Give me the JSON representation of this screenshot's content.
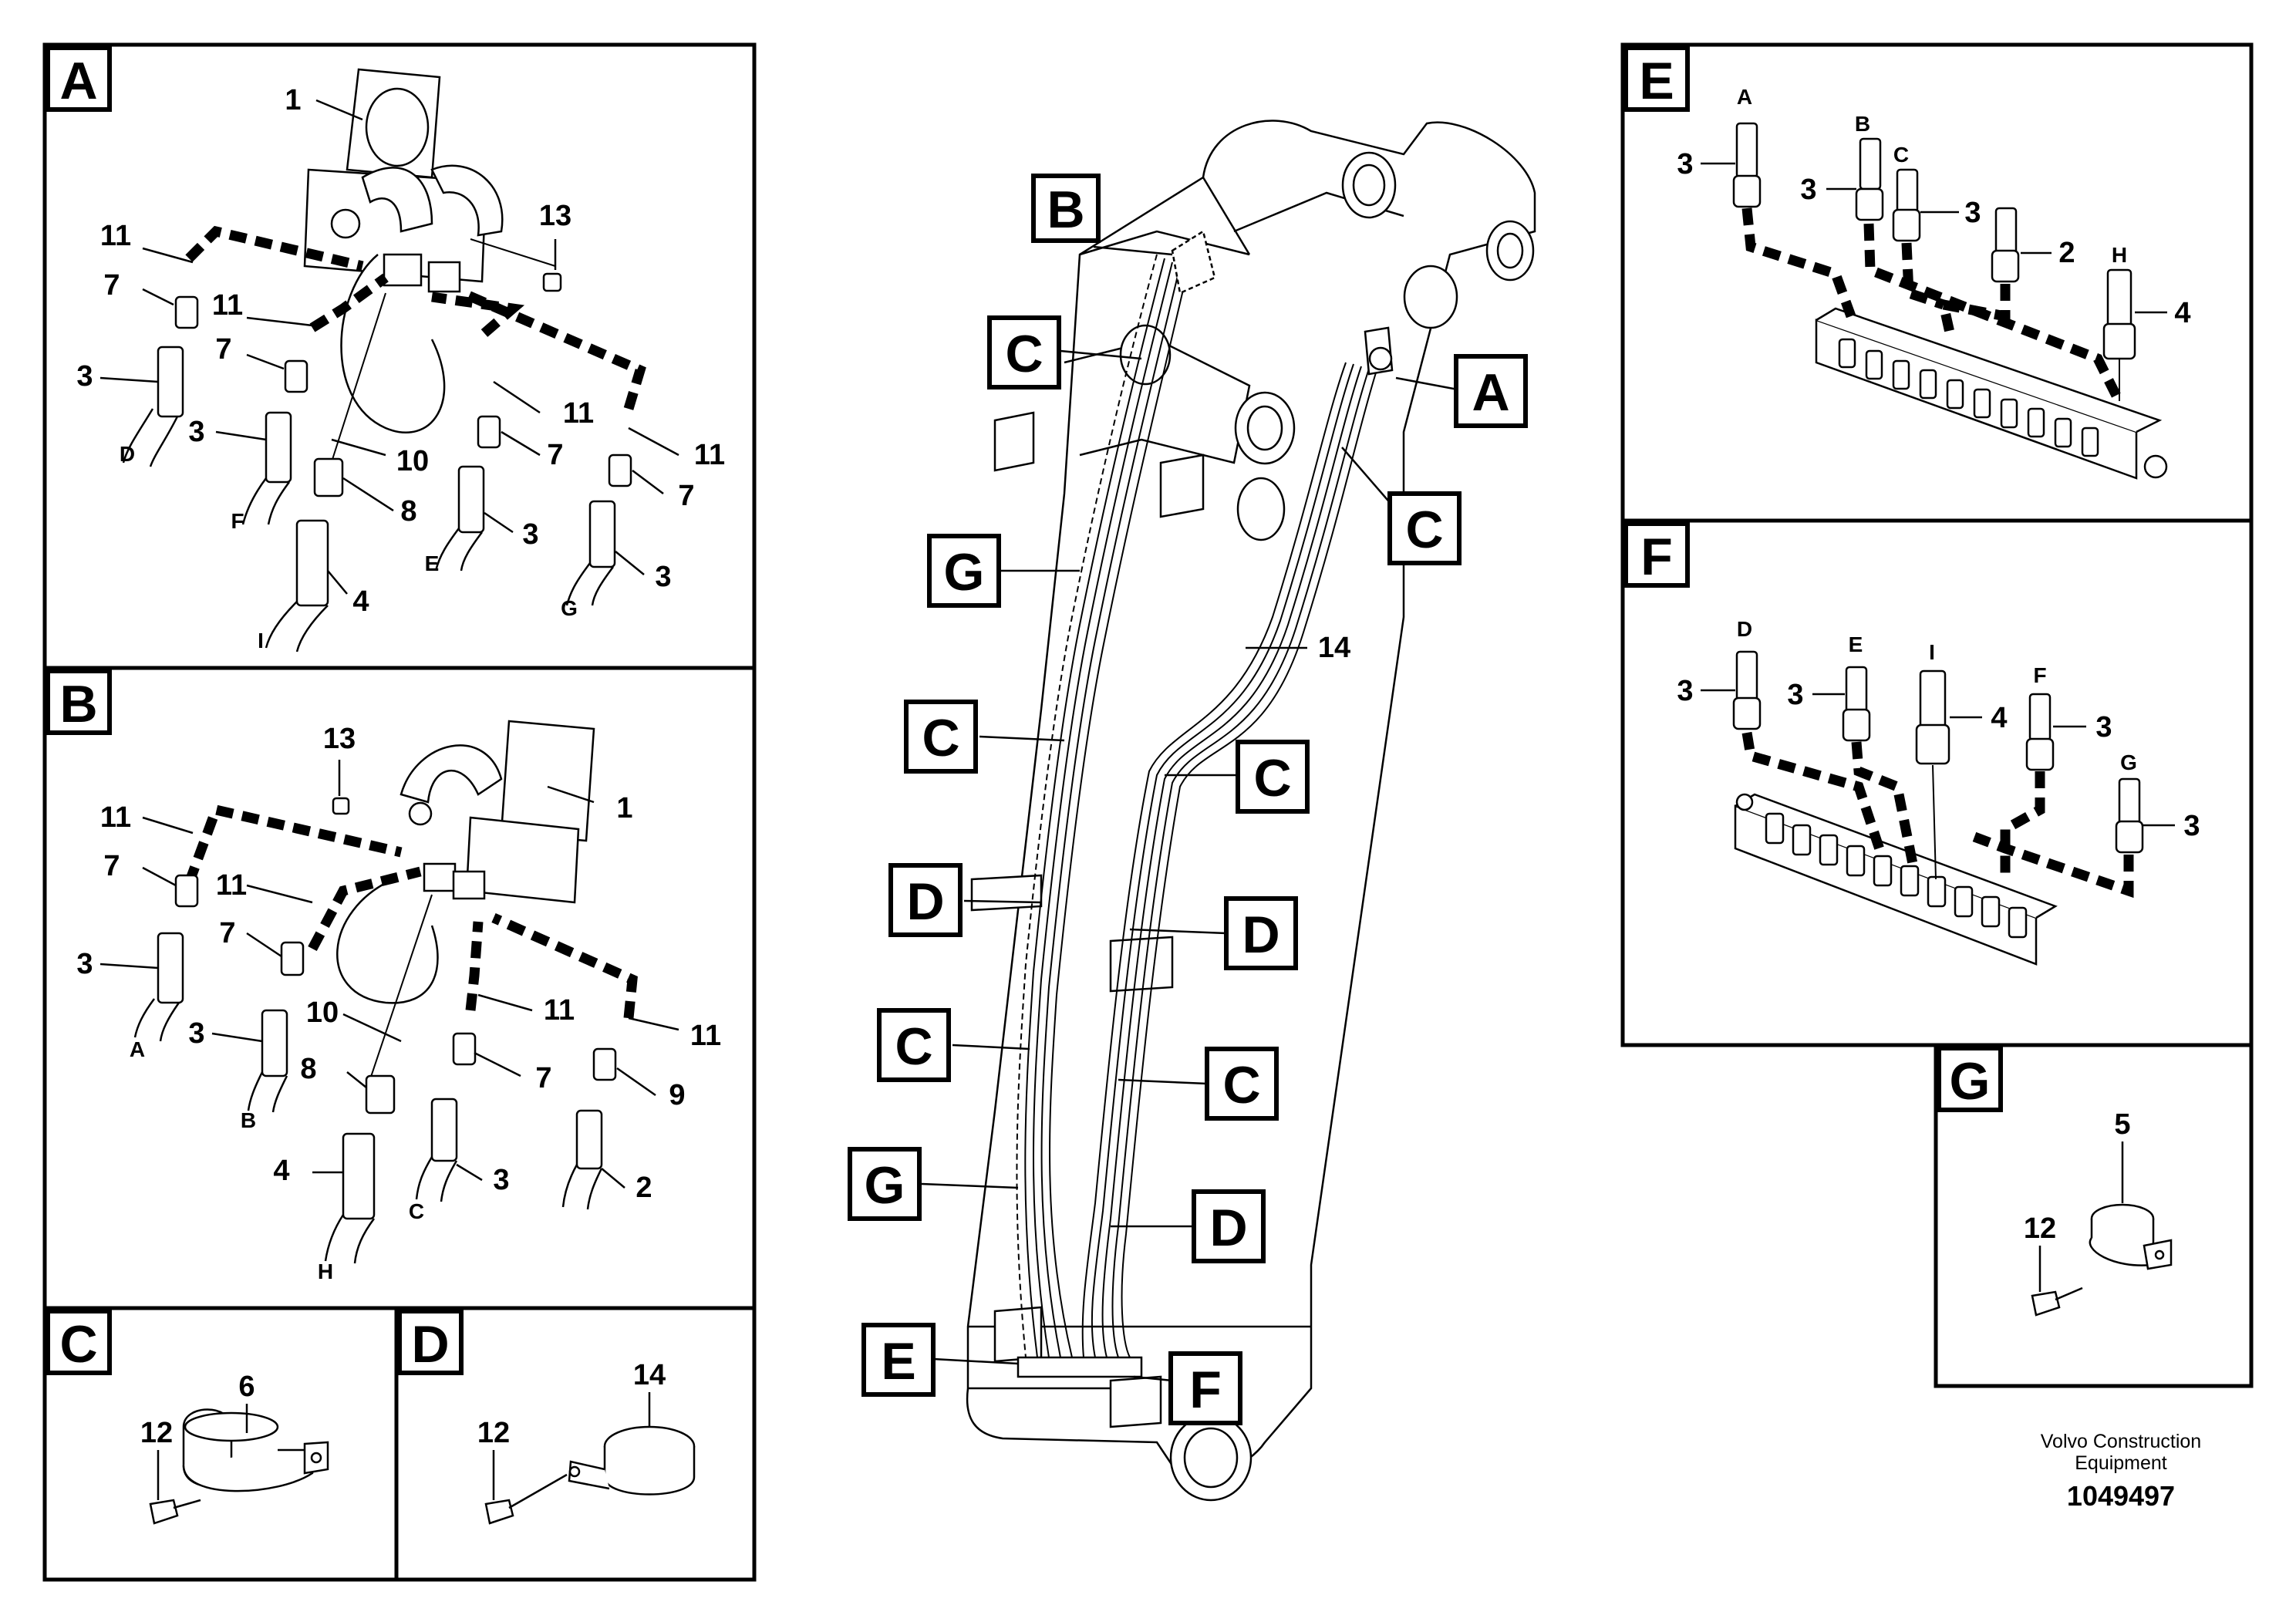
{
  "panels": {
    "a": {
      "letter": "A",
      "callouts": [
        "1",
        "13",
        "11",
        "7",
        "3",
        "11",
        "7",
        "3",
        "10",
        "8",
        "4",
        "11",
        "7",
        "3",
        "11",
        "7",
        "3"
      ],
      "hose_ends": [
        "D",
        "F",
        "I",
        "E",
        "G"
      ]
    },
    "b": {
      "letter": "B",
      "callouts": [
        "13",
        "1",
        "11",
        "7",
        "3",
        "11",
        "7",
        "3",
        "10",
        "8",
        "4",
        "11",
        "7",
        "3",
        "11",
        "9",
        "2"
      ],
      "hose_ends": [
        "A",
        "B",
        "H",
        "C"
      ]
    },
    "c": {
      "letter": "C",
      "callouts": [
        "6",
        "12"
      ]
    },
    "d": {
      "letter": "D",
      "callouts": [
        "14",
        "12"
      ]
    },
    "e": {
      "letter": "E",
      "callouts": [
        "3",
        "3",
        "3",
        "2",
        "4"
      ],
      "hose_ends": [
        "A",
        "B",
        "C",
        "H"
      ]
    },
    "f": {
      "letter": "F",
      "callouts": [
        "3",
        "3",
        "4",
        "3",
        "3"
      ],
      "hose_ends": [
        "D",
        "E",
        "I",
        "F",
        "G"
      ]
    },
    "g": {
      "letter": "G",
      "callouts": [
        "5",
        "12"
      ]
    }
  },
  "boom": {
    "tags": [
      "B",
      "C",
      "A",
      "C",
      "G",
      "C",
      "C",
      "D",
      "D",
      "C",
      "C",
      "G",
      "D",
      "E",
      "F"
    ],
    "callout_14": "14"
  },
  "footer": {
    "company_line1": "Volvo Construction",
    "company_line2": "Equipment",
    "doc_number": "1049497"
  }
}
